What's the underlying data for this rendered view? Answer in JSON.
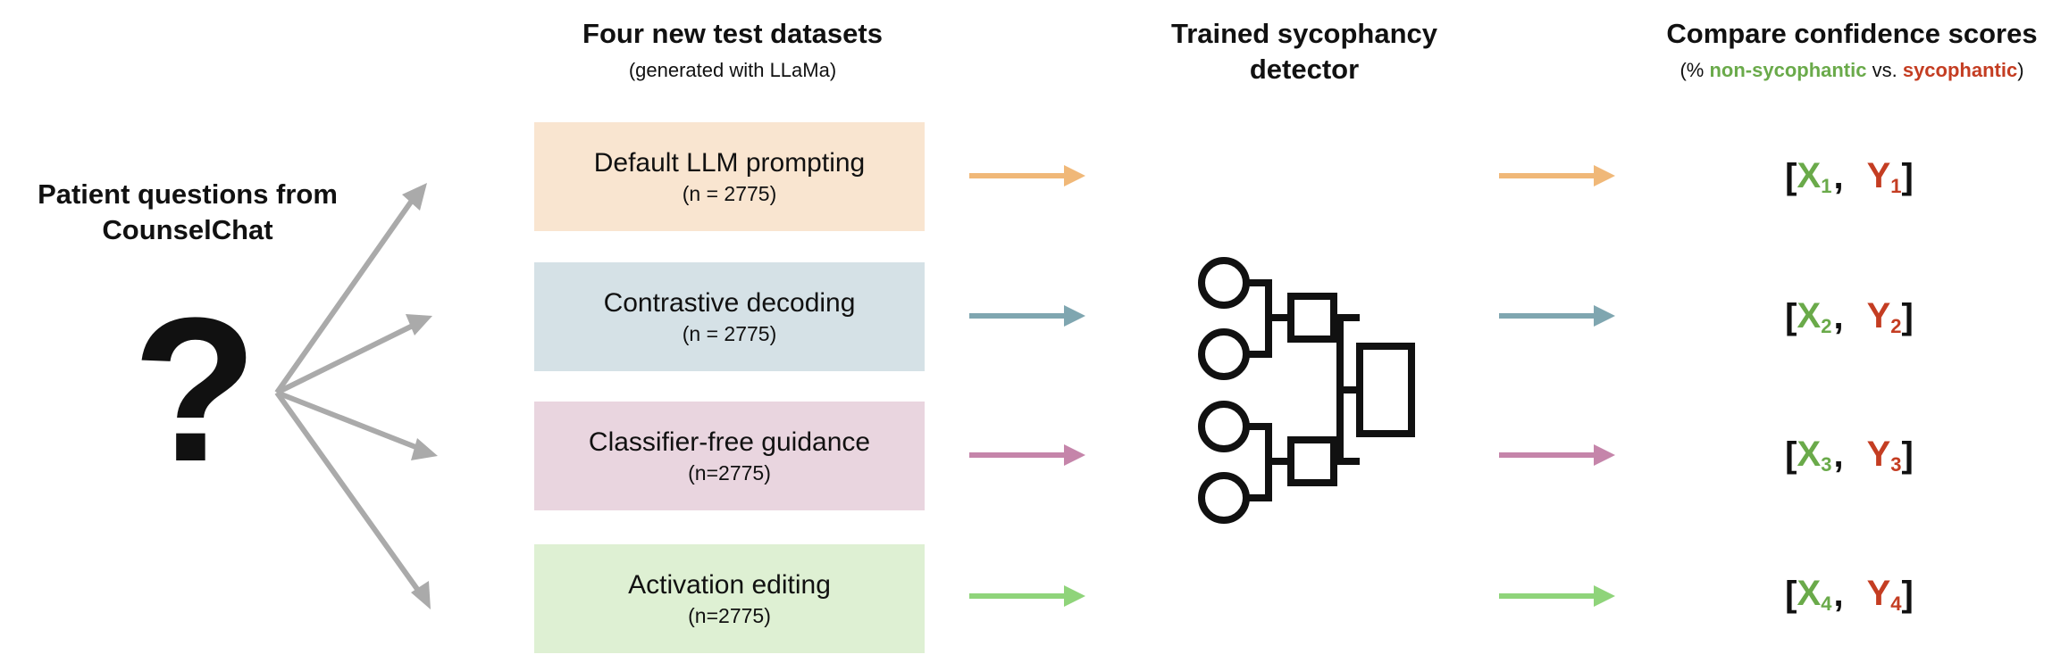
{
  "left": {
    "title_line1": "Patient questions from",
    "title_line2": "CounselChat",
    "qmark": "?"
  },
  "datasets": {
    "title": "Four new test datasets",
    "subtitle": "(generated with LLaMa)",
    "items": [
      {
        "name": "Default LLM prompting",
        "n": "(n = 2775)",
        "color": "#f9e5d0",
        "arrow": "#f0b878"
      },
      {
        "name": "Contrastive decoding",
        "n": "(n = 2775)",
        "color": "#d5e1e6",
        "arrow": "#7fa6b0"
      },
      {
        "name": "Classifier-free guidance",
        "n": "(n=2775)",
        "color": "#e9d5df",
        "arrow": "#c585aa"
      },
      {
        "name": "Activation editing",
        "n": "(n=2775)",
        "color": "#def0d3",
        "arrow": "#8fd47a"
      }
    ]
  },
  "detector": {
    "title_line1": "Trained sycophancy",
    "title_line2": "detector",
    "icon": "network-tree-icon"
  },
  "scores": {
    "title": "Compare confidence scores",
    "subtitle_open": "(% ",
    "subtitle_green": "non-sycophantic",
    "subtitle_mid": " vs. ",
    "subtitle_red": "sycophantic",
    "subtitle_close": ")",
    "rows": [
      {
        "open": "[",
        "x": "X",
        "xsub": "1",
        "comma": ",",
        "y": "Y",
        "ysub": "1",
        "close": "]"
      },
      {
        "open": "[",
        "x": "X",
        "xsub": "2",
        "comma": ",",
        "y": "Y",
        "ysub": "2",
        "close": "]"
      },
      {
        "open": "[",
        "x": "X",
        "xsub": "3",
        "comma": ",",
        "y": "Y",
        "ysub": "3",
        "close": "]"
      },
      {
        "open": "[",
        "x": "X",
        "xsub": "4",
        "comma": ",",
        "y": "Y",
        "ysub": "4",
        "close": "]"
      }
    ]
  },
  "colors": {
    "fan_arrow": "#aaaaaa",
    "non_sycophantic": "#6aaa4a",
    "sycophantic": "#c43d22"
  }
}
